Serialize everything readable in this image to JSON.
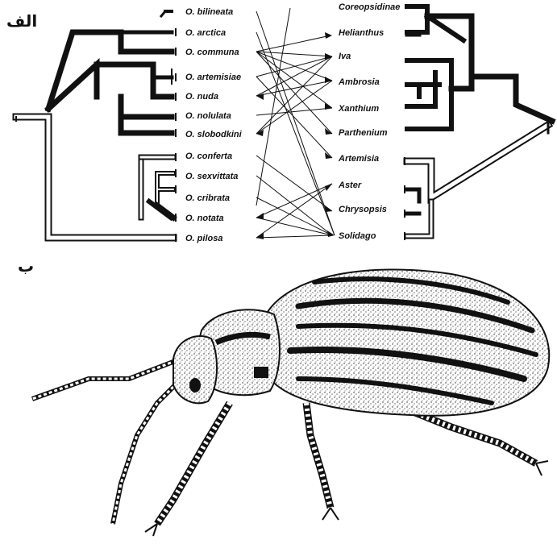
{
  "panel_a": {
    "label": "الف",
    "beetles": [
      "O. bilineata",
      "O. arctica",
      "O. communa",
      "O. artemisiae",
      "O. nuda",
      "O. nolulata",
      "O. slobodkini",
      "O. conferta",
      "O. sexvittata",
      "O. cribrata",
      "O. notata",
      "O. pilosa"
    ],
    "plants": [
      "Coreopsidinae",
      "Helianthus",
      "Iva",
      "Ambrosia",
      "Xanthium",
      "Parthenium",
      "Artemisia",
      "Aster",
      "Chrysopsis",
      "Solidago"
    ]
  },
  "panel_b": {
    "label": "ب"
  },
  "colors": {
    "ink": "#111111",
    "paper": "#ffffff"
  }
}
